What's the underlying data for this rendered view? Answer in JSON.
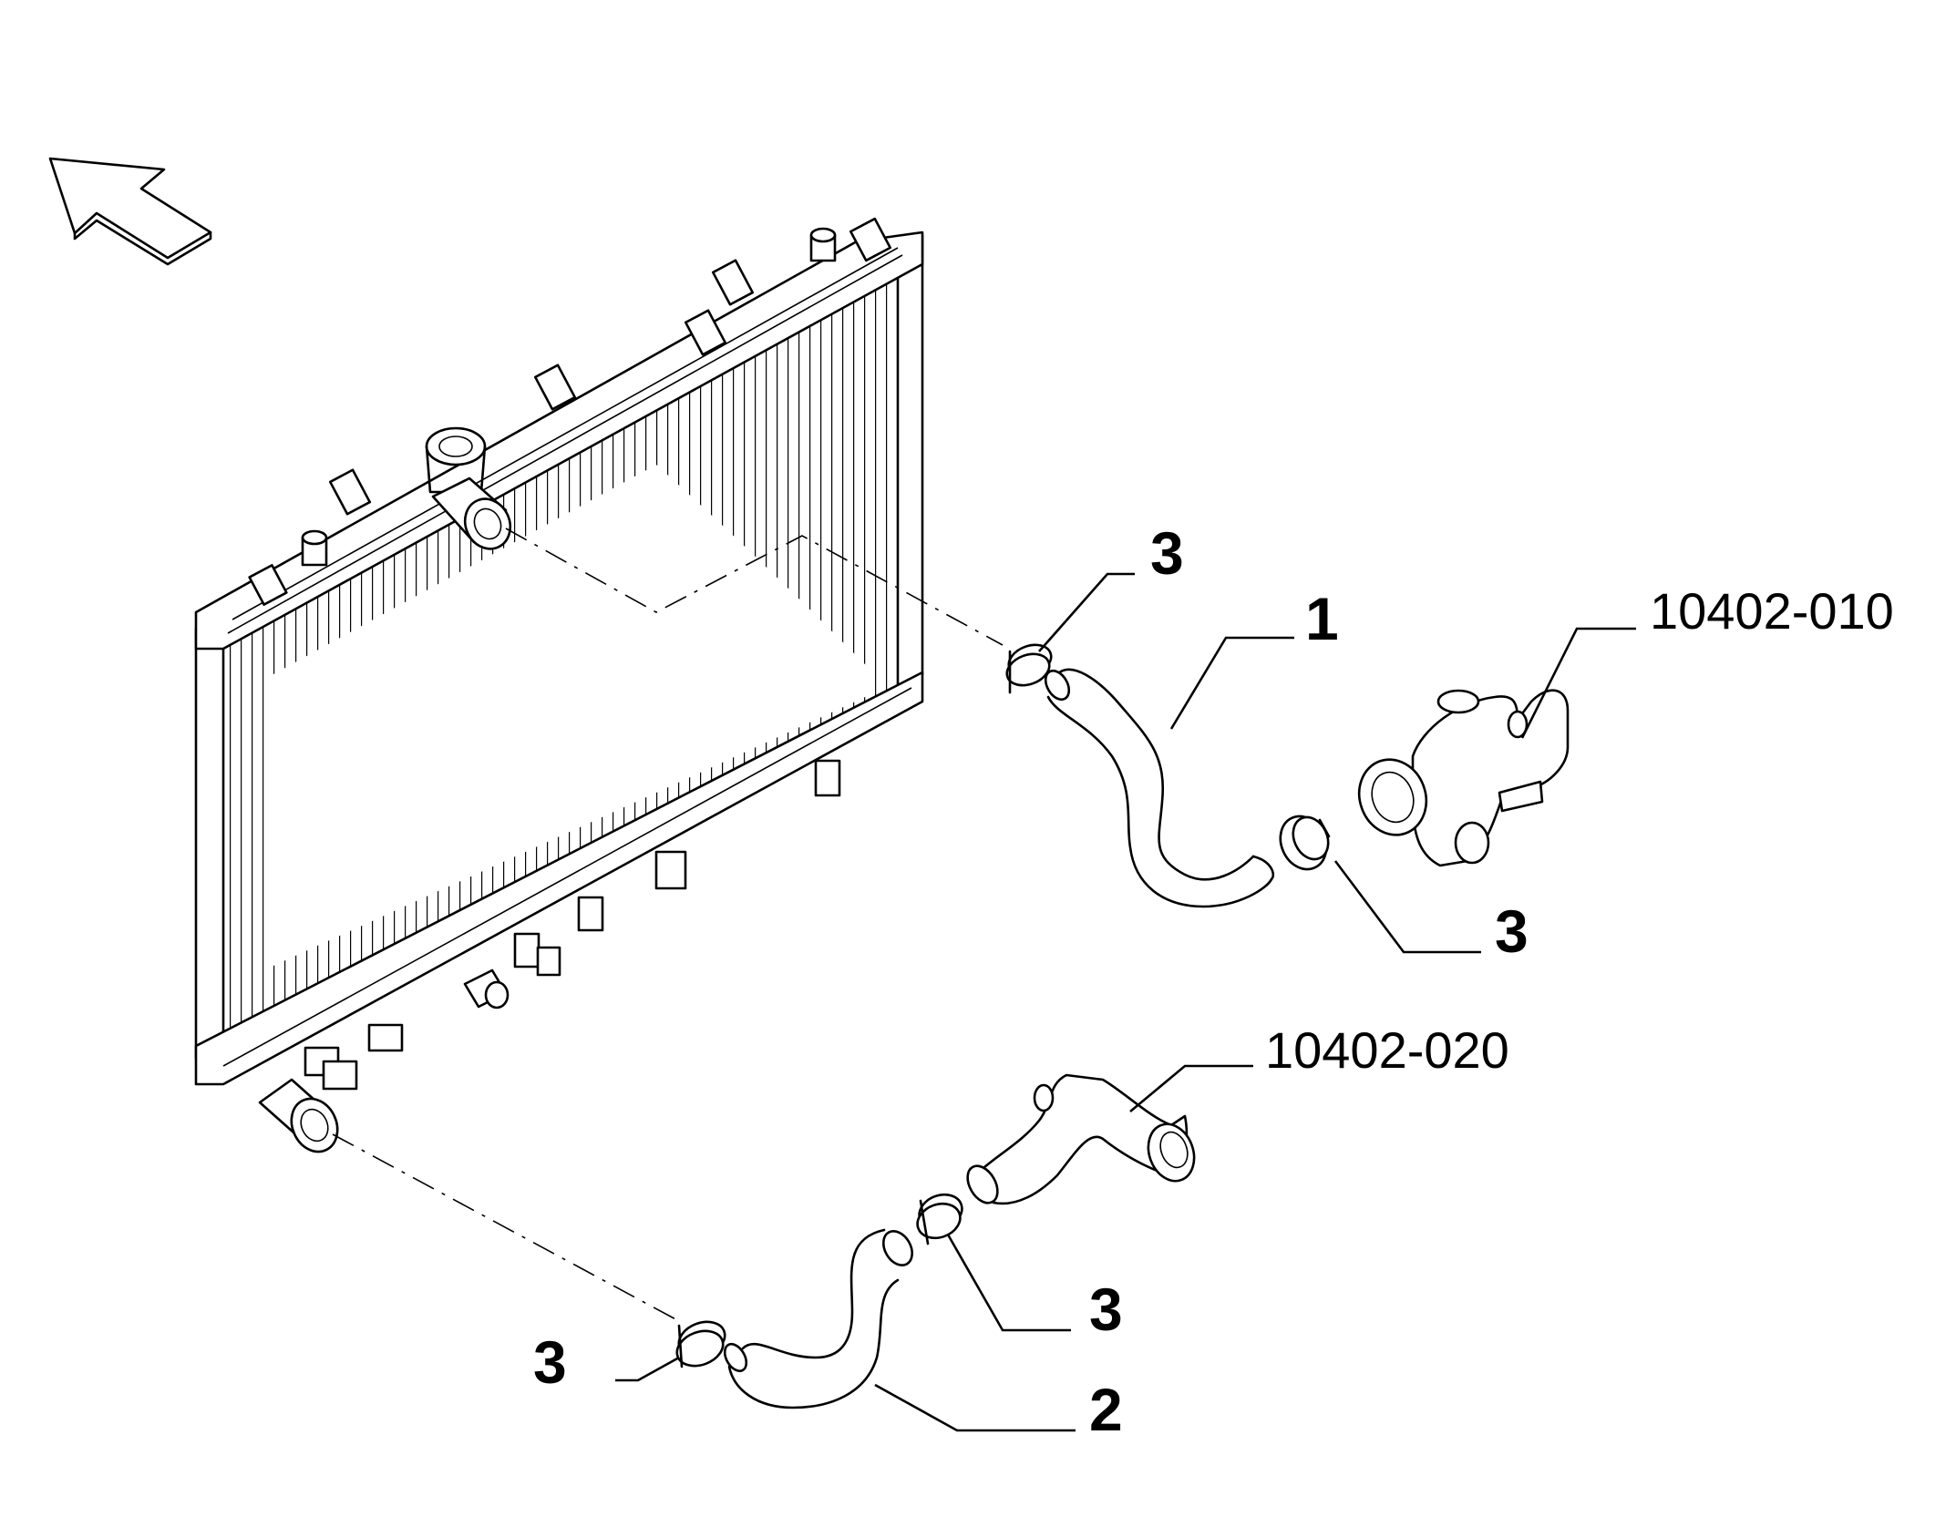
{
  "callouts": {
    "hose_upper_num": "1",
    "hose_lower_num": "2",
    "clamp_upper_left_num": "3",
    "clamp_upper_right_num": "3",
    "clamp_lower_mid_num": "3",
    "clamp_lower_left_num": "3",
    "thermostat_housing_ref": "10402-010",
    "water_pipe_ref": "10402-020"
  },
  "icons": {
    "direction_arrow": "front-direction-arrow-icon"
  },
  "colors": {
    "line": "#000000",
    "background": "#ffffff"
  }
}
